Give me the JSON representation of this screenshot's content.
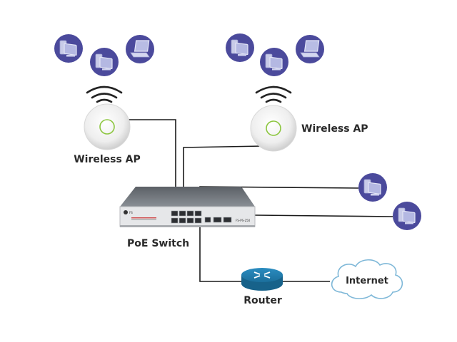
{
  "diagram": {
    "title": "PoE Switch Network Topology",
    "nodes": {
      "ap_left": {
        "label": "Wireless AP",
        "type": "wireless-access-point"
      },
      "ap_right": {
        "label": "Wireless AP",
        "type": "wireless-access-point"
      },
      "switch": {
        "label": "PoE Switch",
        "type": "poe-switch",
        "brand": "FS",
        "model": "FS-PS-250"
      },
      "router": {
        "label": "Router",
        "type": "router"
      },
      "internet": {
        "label": "Internet",
        "type": "cloud"
      },
      "clients_left": [
        {
          "type": "desktop-pc"
        },
        {
          "type": "desktop-pc"
        },
        {
          "type": "laptop"
        }
      ],
      "clients_right": [
        {
          "type": "desktop-pc"
        },
        {
          "type": "desktop-pc"
        },
        {
          "type": "laptop"
        }
      ],
      "wired_clients": [
        {
          "type": "desktop-pc"
        },
        {
          "type": "desktop-pc"
        }
      ]
    },
    "edges": [
      {
        "from": "ap_left",
        "to": "switch",
        "kind": "wired"
      },
      {
        "from": "ap_right",
        "to": "switch",
        "kind": "wired"
      },
      {
        "from": "switch",
        "to": "wired_clients.0",
        "kind": "wired"
      },
      {
        "from": "switch",
        "to": "wired_clients.1",
        "kind": "wired"
      },
      {
        "from": "switch",
        "to": "router",
        "kind": "wired"
      },
      {
        "from": "router",
        "to": "internet",
        "kind": "wired"
      },
      {
        "from": "ap_left",
        "to": "clients_left",
        "kind": "wireless"
      },
      {
        "from": "ap_right",
        "to": "clients_right",
        "kind": "wireless"
      }
    ],
    "colors": {
      "client_badge": "#4b4a9c",
      "router": "#1b78a8",
      "cloud_outline": "#7fb8d8",
      "ap_led": "#8cc63f",
      "switch_top": "#6d7278",
      "switch_front": "#e6e7e9",
      "line": "#1a1a1a"
    }
  }
}
